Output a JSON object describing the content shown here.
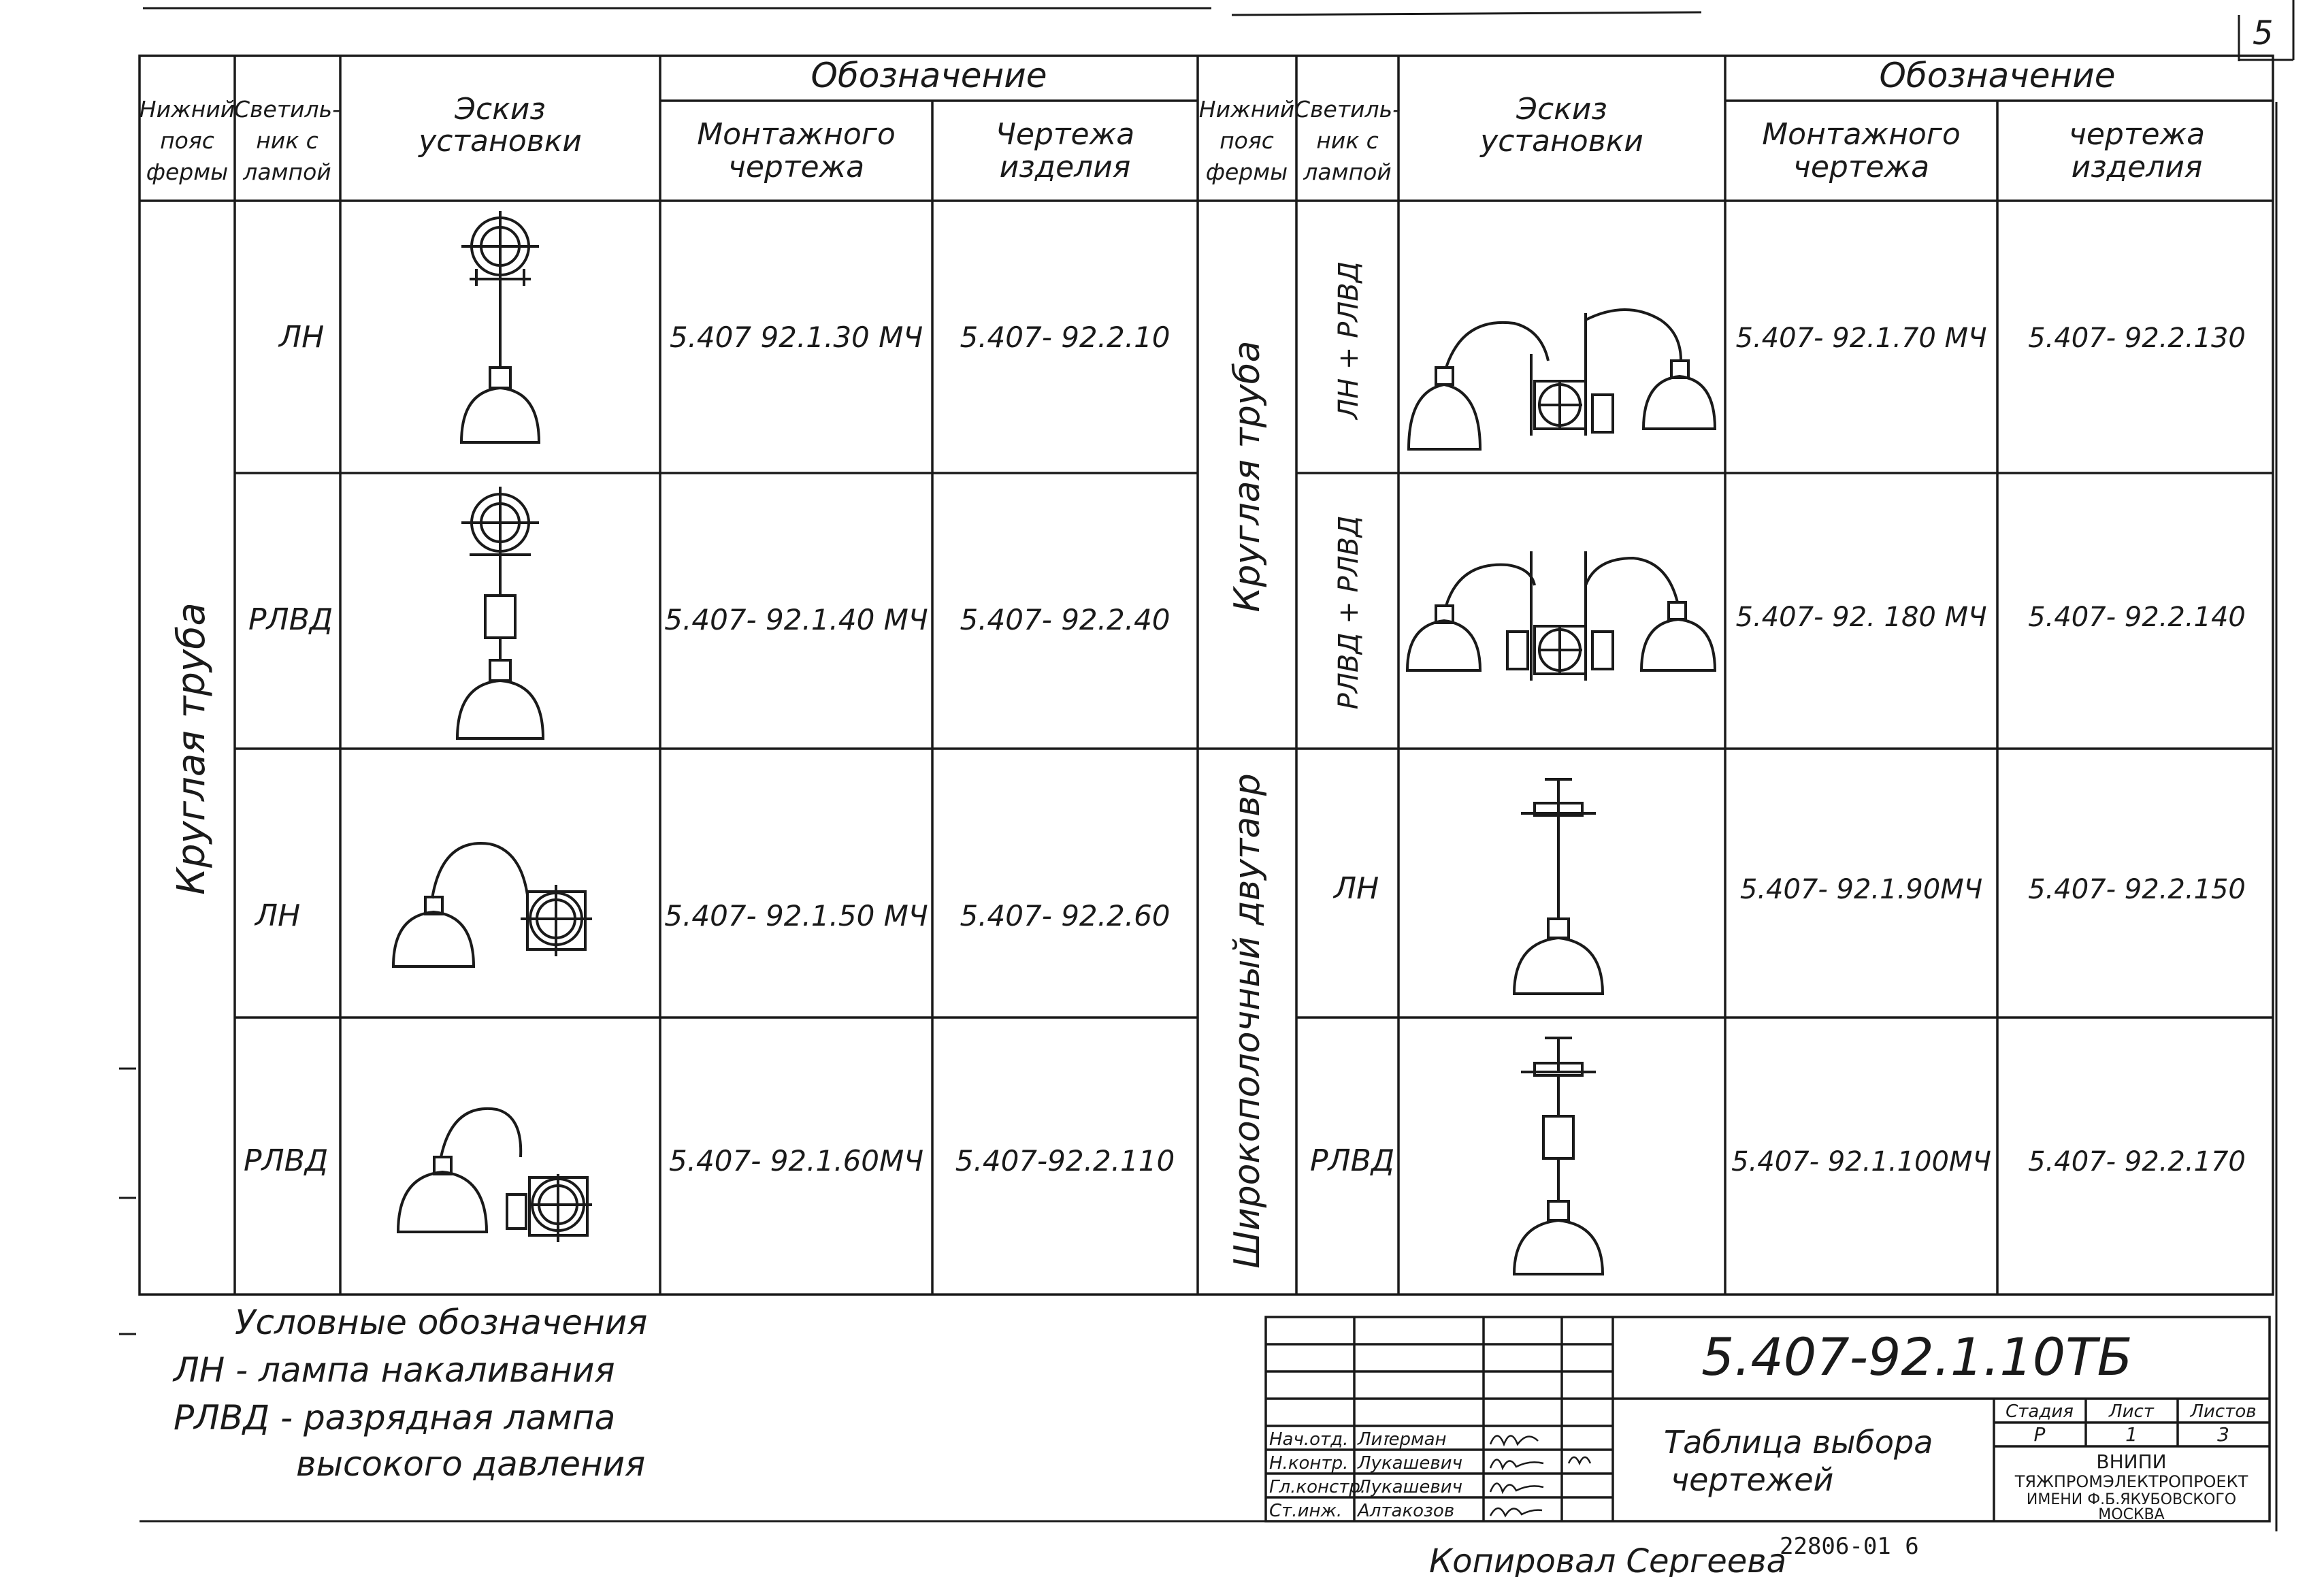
{
  "sheet_number": "5",
  "header": {
    "group_title": "Обозначение",
    "col_chord": [
      "Нижний",
      "пояс",
      "фермы"
    ],
    "col_lamp": [
      "Светиль-",
      "ник с",
      "лампой"
    ],
    "col_sketch": [
      "Эскиз",
      "установки"
    ],
    "col_mount": [
      "Монтажного",
      "чертежа"
    ],
    "col_product_left": [
      "Чертежа",
      "изделия"
    ],
    "col_product_right": [
      "чертежа",
      "изделия"
    ]
  },
  "left_group": {
    "chord": "Круглая труба",
    "rows": [
      {
        "lamp": "ЛН",
        "mount": "5.407 92.1.30 МЧ",
        "product": "5.407- 92.2.10"
      },
      {
        "lamp": "РЛВД",
        "mount": "5.407- 92.1.40 МЧ",
        "product": "5.407- 92.2.40"
      },
      {
        "lamp": "ЛН",
        "mount": "5.407- 92.1.50 МЧ",
        "product": "5.407- 92.2.60"
      },
      {
        "lamp": "РЛВД",
        "mount": "5.407- 92.1.60МЧ",
        "product": "5.407-92.2.110"
      }
    ]
  },
  "right_group": {
    "chord_top": "Круглая труба",
    "chord_bottom": "Широкополочный двутавр",
    "rows": [
      {
        "lamp": "ЛН + РЛВД",
        "mount": "5.407- 92.1.70 МЧ",
        "product": "5.407- 92.2.130"
      },
      {
        "lamp": "РЛВД + РЛВД",
        "mount": "5.407- 92. 180 МЧ",
        "product": "5.407- 92.2.140"
      },
      {
        "lamp": "ЛН",
        "mount": "5.407- 92.1.90МЧ",
        "product": "5.407- 92.2.150"
      },
      {
        "lamp": "РЛВД",
        "mount": "5.407- 92.1.100МЧ",
        "product": "5.407- 92.2.170"
      }
    ]
  },
  "legend": {
    "title": "Условные обозначения",
    "line1": "ЛН  - лампа накаливания",
    "line2": "РЛВД - разрядная лампа",
    "line3": "высокого давления"
  },
  "title_block": {
    "code": "5.407-92.1.10ТБ",
    "title_line1": "Таблица выбора",
    "title_line2": "чертежей",
    "stage_label": "Стадия",
    "sheet_label": "Лист",
    "sheets_label": "Листов",
    "stage_value": "Р",
    "sheet_value": "1",
    "sheets_value": "3",
    "signatures": [
      {
        "role": "Нач.отд.",
        "name": "Лиזерман"
      },
      {
        "role": "Н.контр.",
        "name": "Лукашевич"
      },
      {
        "role": "Гл.констр.",
        "name": "Лукашевич"
      },
      {
        "role": "Ст.инж.",
        "name": "Алтакозов"
      }
    ],
    "org_line1": "ВНИПИ",
    "org_line2": "ТЯЖПРОМЭЛЕКТРОПРОЕКТ",
    "org_line3": "ИМЕНИ Ф.Б.ЯКУБОВСКОГО",
    "org_line4": "МОСКВА"
  },
  "footer": {
    "copied_by": "Копировал Сергеева",
    "archive_no": "22806-01 6"
  }
}
